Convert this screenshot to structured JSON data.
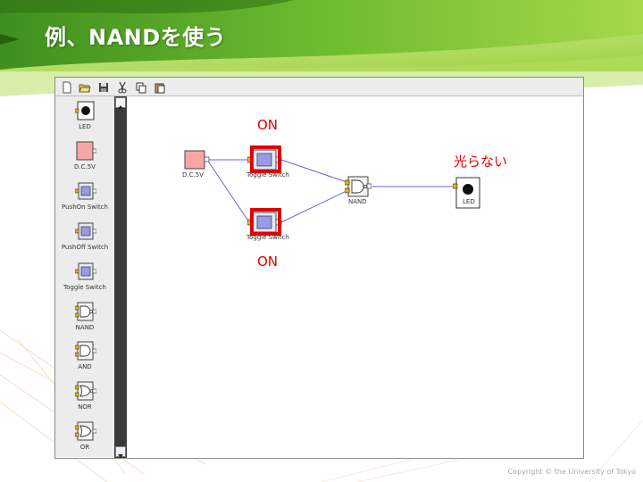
{
  "slide": {
    "title": "例、NANDを使う",
    "copyright": "Copyright © the University of Tokyo"
  },
  "toolbar": {
    "buttons": [
      "new-file-icon",
      "open-file-icon",
      "save-icon",
      "cut-icon",
      "copy-icon",
      "paste-icon"
    ]
  },
  "palette": {
    "items": [
      {
        "label": "LED",
        "icon": "led-icon"
      },
      {
        "label": "D.C.5V",
        "icon": "dc-source-icon"
      },
      {
        "label": "PushOn Switch",
        "icon": "pushon-switch-icon"
      },
      {
        "label": "PushOff Switch",
        "icon": "pushoff-switch-icon"
      },
      {
        "label": "Toggle Switch",
        "icon": "toggle-switch-icon"
      },
      {
        "label": "NAND",
        "icon": "nand-gate-icon"
      },
      {
        "label": "AND",
        "icon": "and-gate-icon"
      },
      {
        "label": "NOR",
        "icon": "nor-gate-icon"
      },
      {
        "label": "OR",
        "icon": "or-gate-icon"
      }
    ]
  },
  "canvas": {
    "components": {
      "dc": {
        "label": "D.C.5V"
      },
      "toggle1": {
        "label": "Toggle Switch"
      },
      "toggle2": {
        "label": "Toggle Switch"
      },
      "nand": {
        "label": "NAND"
      },
      "led": {
        "label": "LED"
      }
    },
    "annotations": {
      "on_top": "ON",
      "on_bottom": "ON",
      "led_state": "光らない"
    }
  },
  "colors": {
    "annotation": "#e00000",
    "wire": "#6464e6",
    "title_bar_green": "#5aa82a"
  }
}
